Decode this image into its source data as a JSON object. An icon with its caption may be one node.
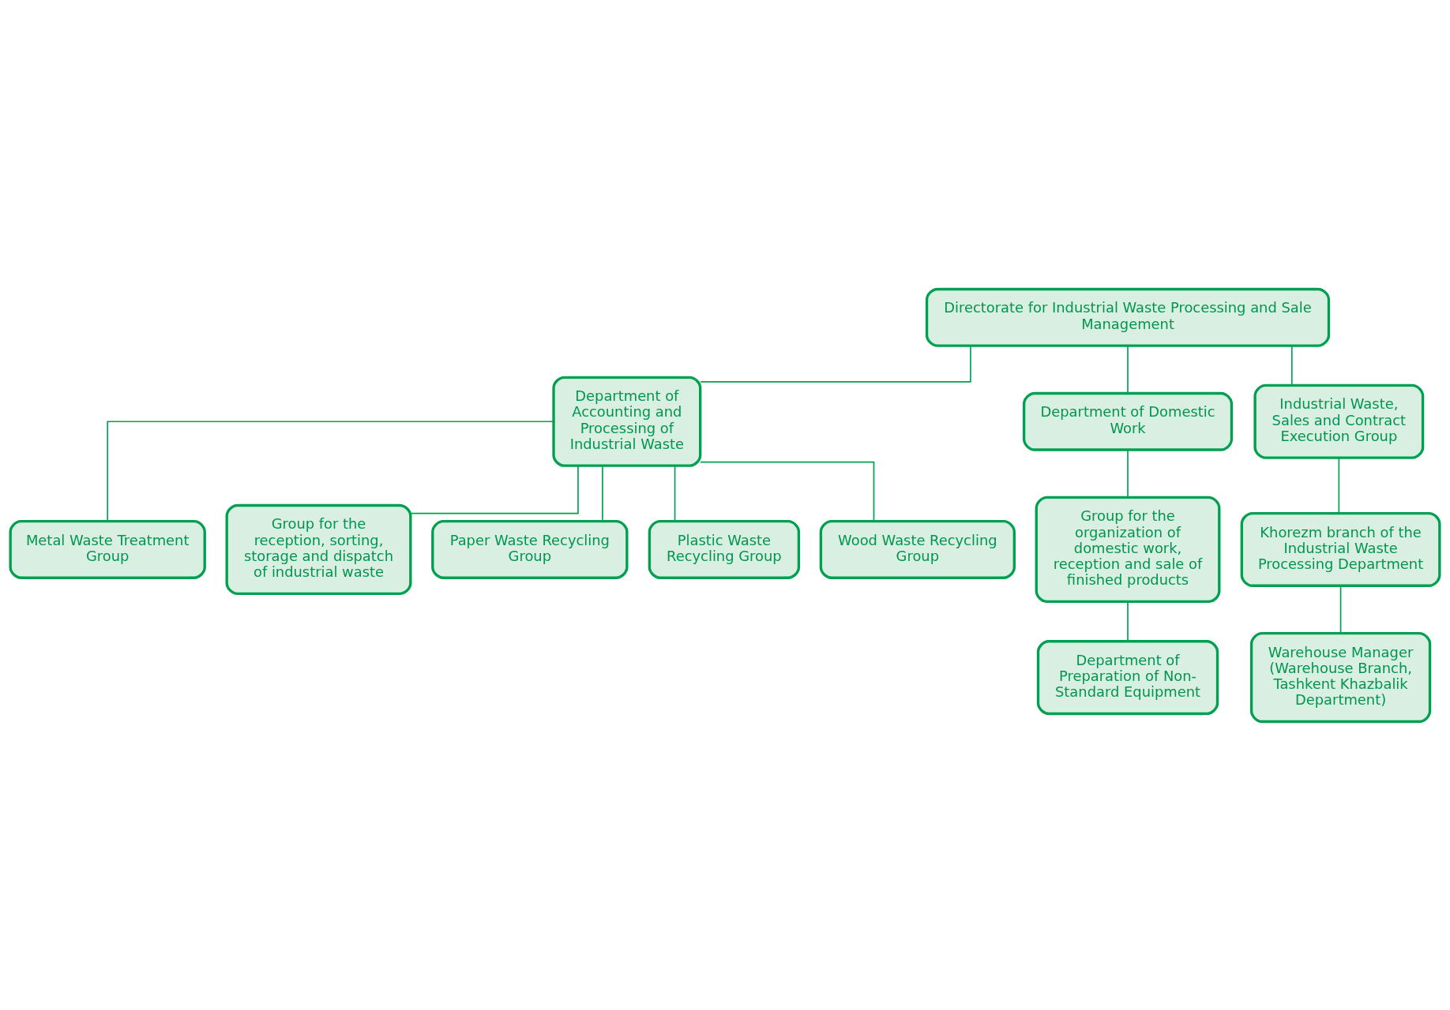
{
  "diagram": {
    "nodes": [
      {
        "text": [
          "Directorate for Industrial Waste Processing and Sale Management"
        ]
      },
      {
        "text": [
          "Department of Accounting and Processing of Industrial Waste"
        ]
      },
      {
        "text": [
          "Department of Domestic Work"
        ]
      },
      {
        "text": [
          "Industrial Waste, Sales and Contract Execution Group"
        ]
      },
      {
        "text": [
          "Metal Waste Treatment Group"
        ]
      },
      {
        "text": [
          "Group for the reception, sorting, storage and dispatch of industrial waste"
        ]
      },
      {
        "text": [
          "Paper Waste Recycling Group"
        ]
      },
      {
        "text": [
          "Plastic Waste Recycling Group"
        ]
      },
      {
        "text": [
          "Wood Waste Recycling Group"
        ]
      },
      {
        "text": [
          "Group for the organization of domestic work, reception and sale of finished products"
        ]
      },
      {
        "text": [
          "Department of Preparation of Non-Standard Equipment"
        ]
      },
      {
        "text": [
          "Khorezm branch of the Industrial Waste Processing Department"
        ]
      },
      {
        "text": [
          "Warehouse Manager (Warehouse Branch, Tashkent Khazbalik Department)"
        ]
      }
    ],
    "edges": [
      {
        "from": 0,
        "to": 1,
        "arrow": "none"
      },
      {
        "from": 0,
        "to": 2,
        "arrow": "none"
      },
      {
        "from": 0,
        "to": 3,
        "arrow": "none"
      },
      {
        "from": 1,
        "to": 4,
        "arrow": "none"
      },
      {
        "from": 1,
        "to": 5,
        "arrow": "none"
      },
      {
        "from": 1,
        "to": 6,
        "arrow": "none"
      },
      {
        "from": 1,
        "to": 7,
        "arrow": "none"
      },
      {
        "from": 1,
        "to": 8,
        "arrow": "none"
      },
      {
        "from": 2,
        "to": 9,
        "arrow": "none"
      },
      {
        "from": 9,
        "to": 10,
        "arrow": "none"
      },
      {
        "from": 3,
        "to": 11,
        "arrow": "none"
      },
      {
        "from": 11,
        "to": 12,
        "arrow": "none"
      }
    ]
  }
}
